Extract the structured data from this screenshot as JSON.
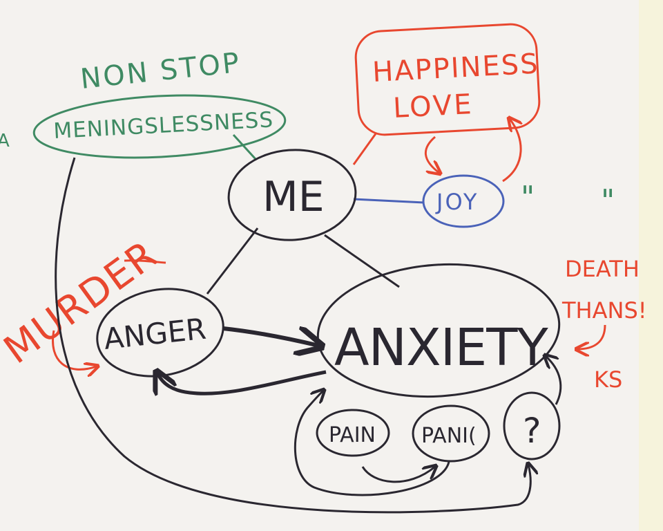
{
  "labels": {
    "non_stop": "NON STOP",
    "meaningslessness": "MENINGSLESSNESS",
    "happiness": "HAPPINESS",
    "love": "LOVE",
    "me": "ME",
    "joy": "JOY",
    "murder": "MURDER",
    "anger": "ANGER",
    "anxiety": "ANXIETY",
    "death_thanks_1": "DEATH",
    "death_thanks_2": "THANS!",
    "death_thanks_3": "KS",
    "pain": "PAIN",
    "panic": "PANI(",
    "question": "?",
    "mark_left": "A",
    "mark_quote_1": "\"",
    "mark_quote_2": "\""
  },
  "colors": {
    "green": "#3f8a63",
    "red": "#e8472f",
    "black": "#2a2730",
    "blue": "#4a62b8",
    "paper": "#f4f2ef"
  }
}
